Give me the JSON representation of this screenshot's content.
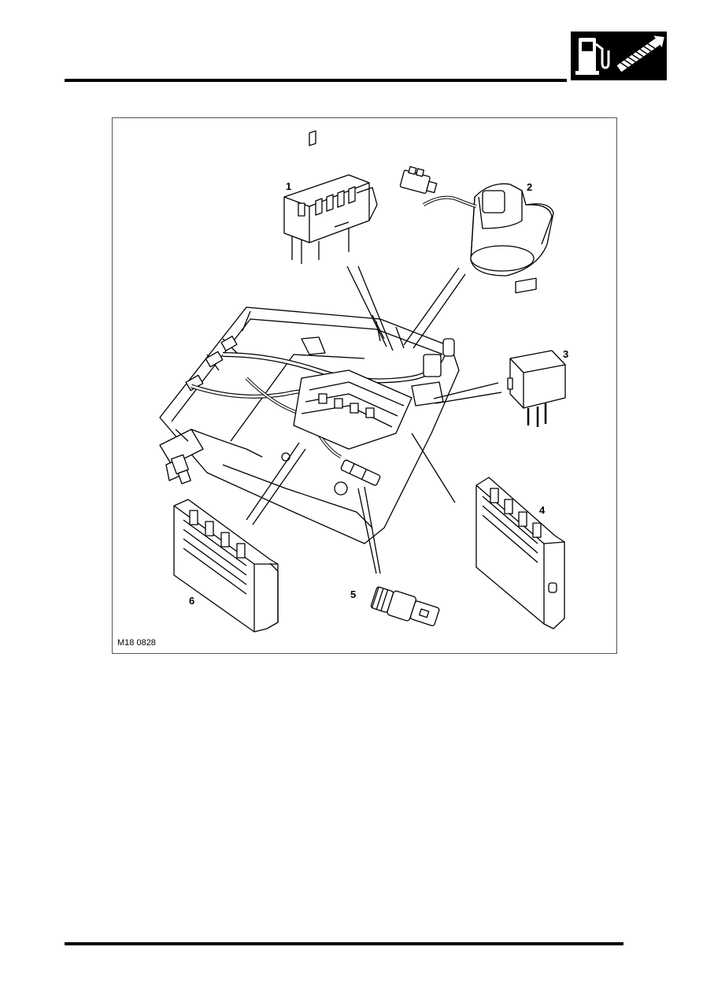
{
  "header": {
    "section_icon": "fuel-pump-and-exhaust-icon",
    "accent_color": "#000000"
  },
  "figure": {
    "id_label": "M18 0828",
    "callouts": {
      "c1": "1",
      "c2": "2",
      "c3": "3",
      "c4": "4",
      "c5": "5",
      "c6": "6"
    }
  }
}
